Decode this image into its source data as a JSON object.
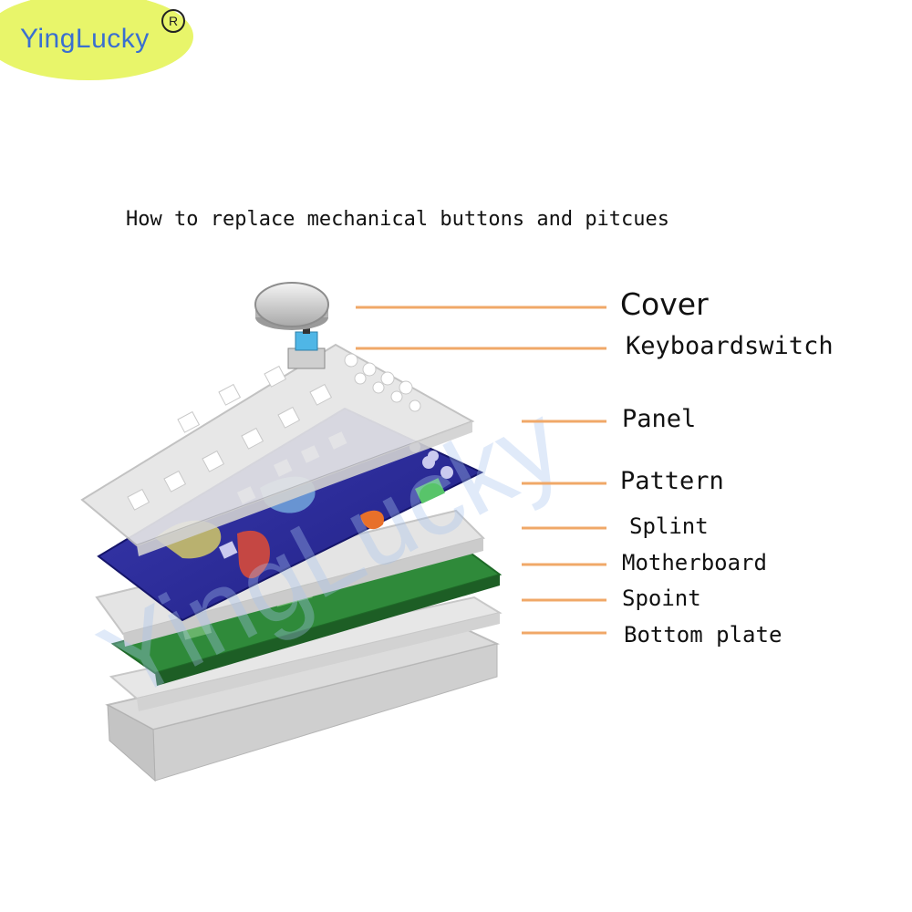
{
  "brand": {
    "name": "YingLucky",
    "registered_mark": "R",
    "watermark": "YingLucky"
  },
  "heading": "How to replace mechanical buttons and pitcues",
  "labels": {
    "cover": "Cover",
    "keyboardswitch": "Keyboardswitch",
    "panel": "Panel",
    "pattern": "Pattern",
    "splint": "Splint",
    "motherboard": "Motherboard",
    "spoint": "Spoint",
    "bottom_plate": "Bottom plate"
  },
  "colors": {
    "logo_bg": "#e8f56a",
    "logo_text": "#3a6fd0",
    "leader_line": "#f0a868",
    "panel_acrylic": "#e6e6e6",
    "pattern_bg": "#2c2c9a",
    "motherboard": "#2f8a3a",
    "watermark": "#a8c4ee"
  }
}
